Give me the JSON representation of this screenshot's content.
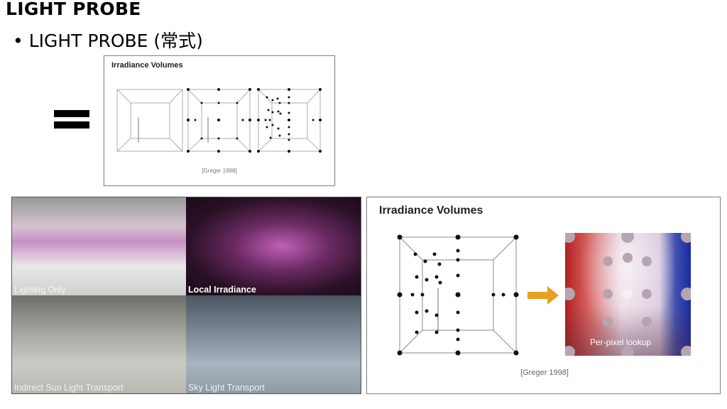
{
  "header": {
    "title": "LIGHT PROBE",
    "bullet": "• LIGHT PROBE (常式)"
  },
  "top_slide": {
    "title": "Irradiance Volumes",
    "citation": "[Greger 1998]"
  },
  "render_panels": [
    {
      "label": "Lighting Only"
    },
    {
      "label": "Local Irradiance"
    },
    {
      "label": "Indirect Sun Light Transport"
    },
    {
      "label": "Sky Light Transport"
    }
  ],
  "right_slide": {
    "title": "Irradiance Volumes",
    "overlay_label": "Per-pixel lookup",
    "citation": "[Greger 1998]",
    "arrow_color": "#e8a020"
  }
}
